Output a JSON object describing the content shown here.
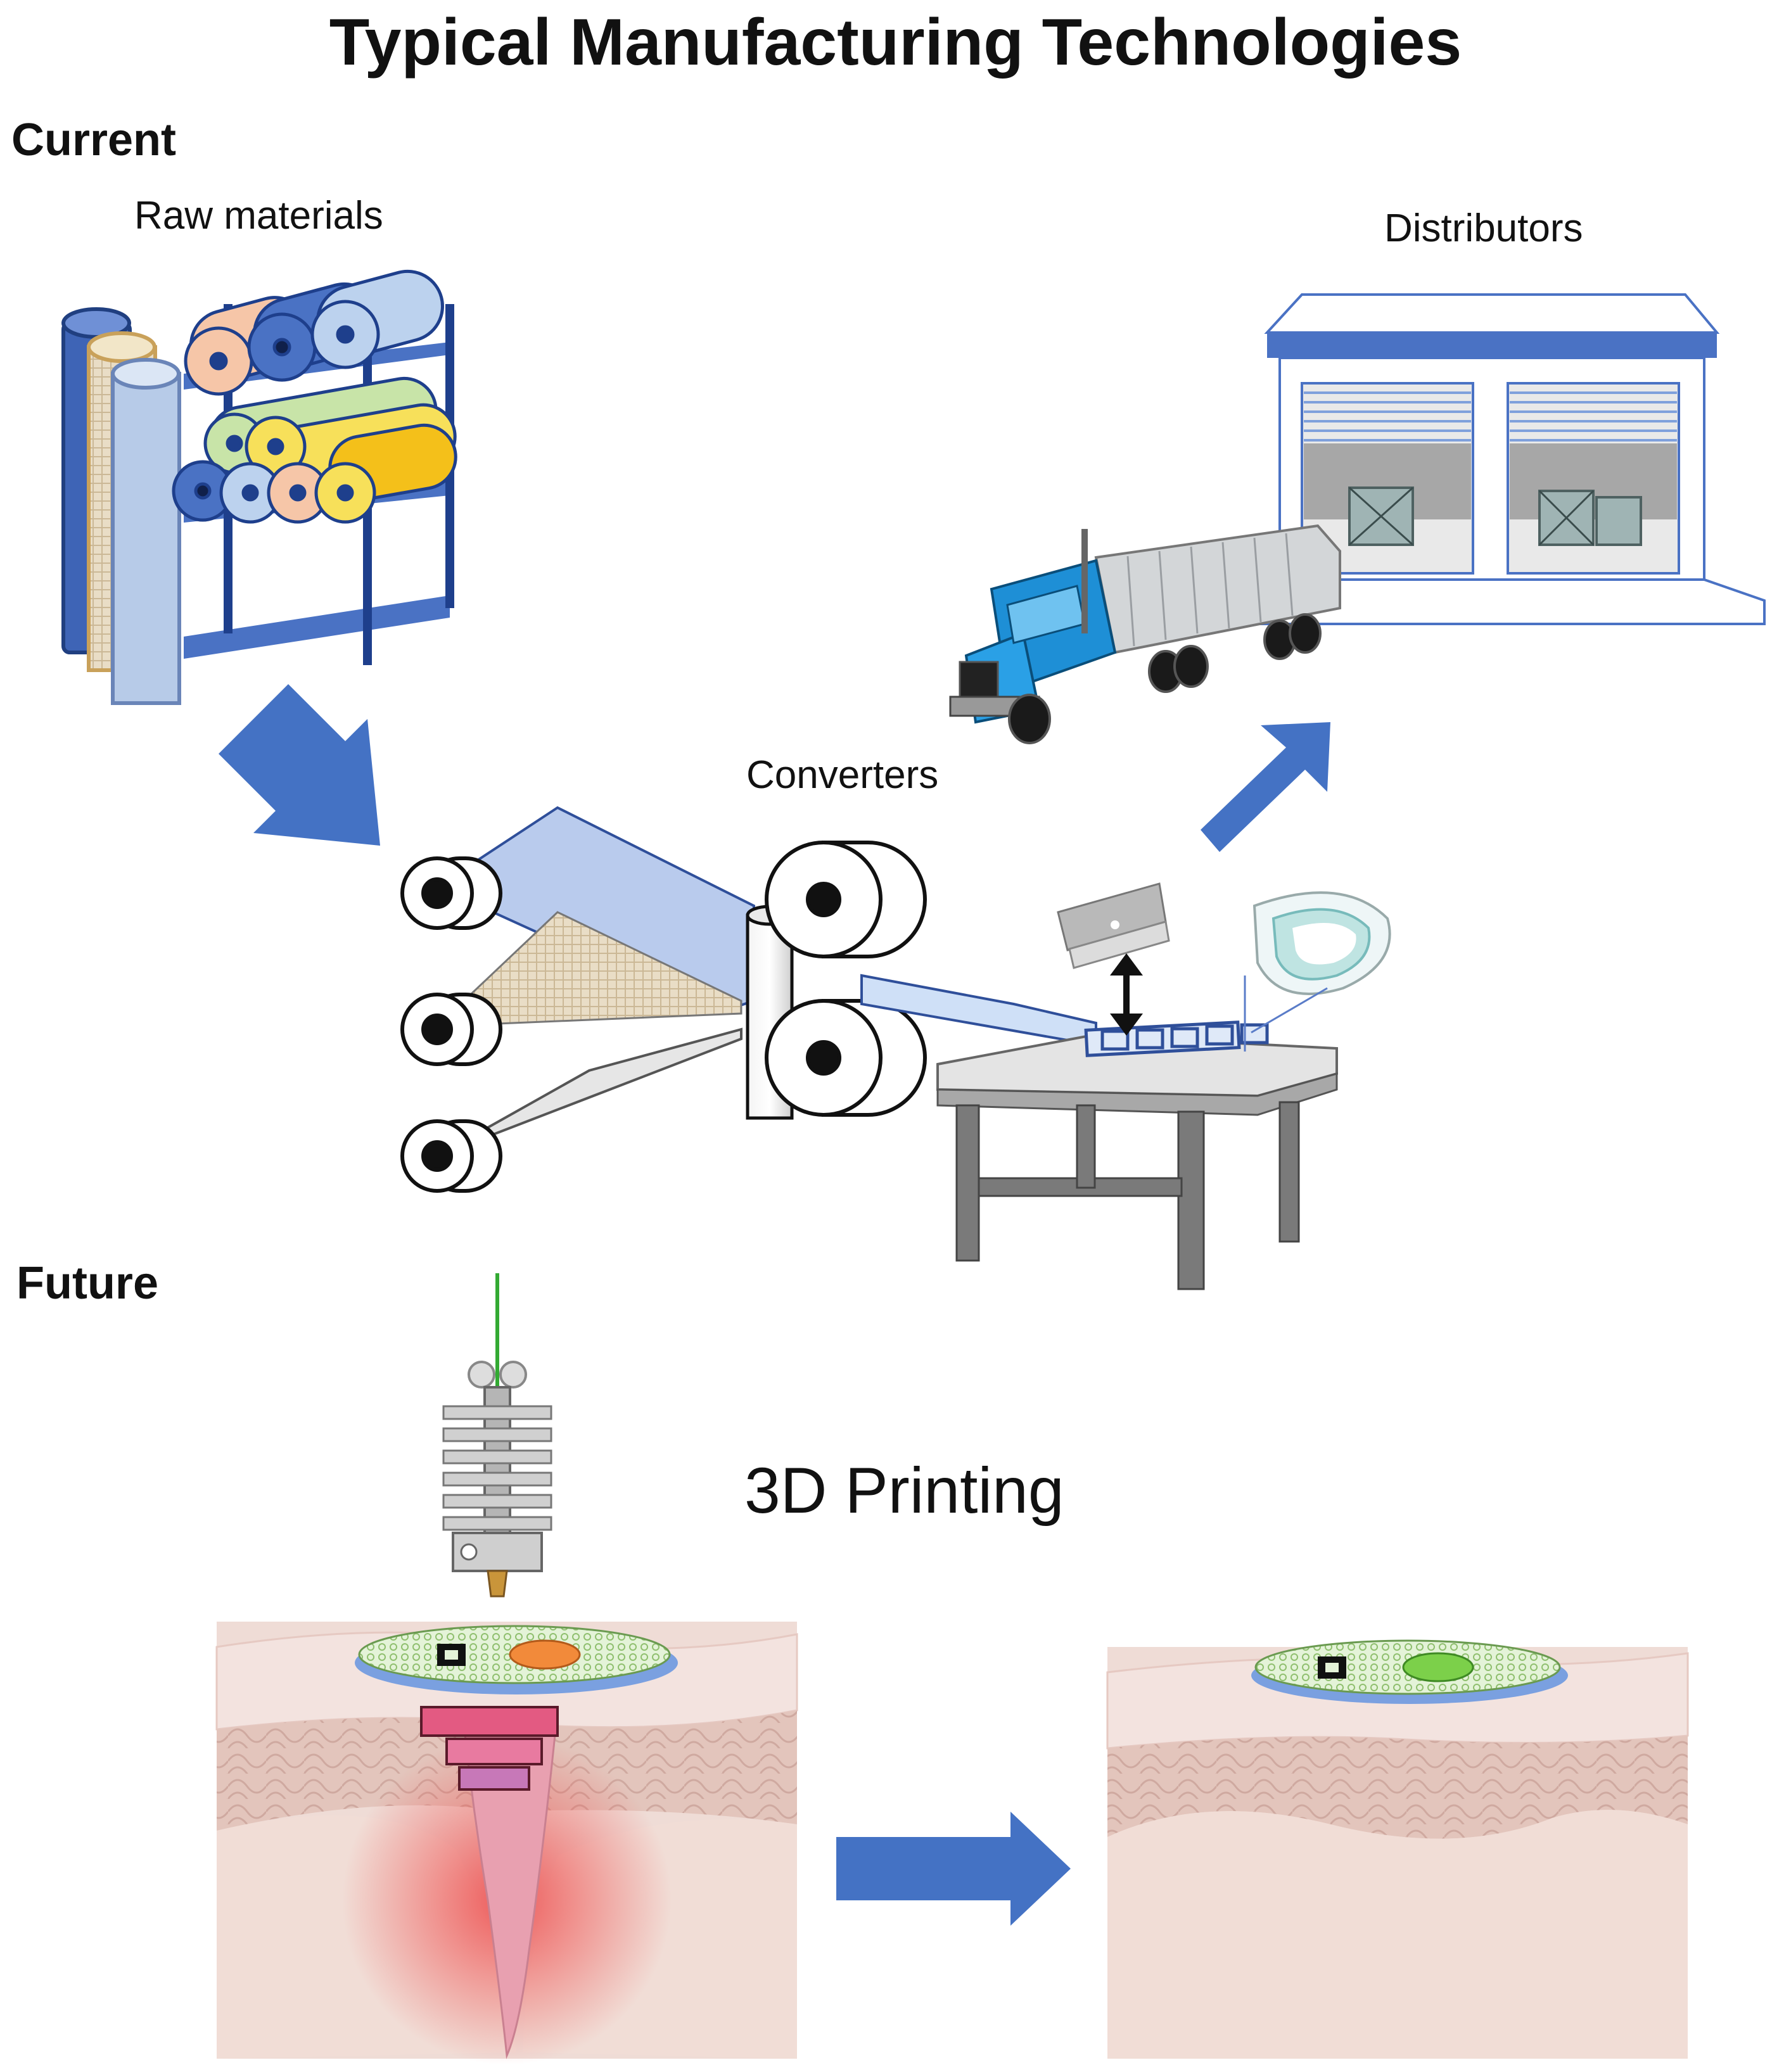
{
  "title": "Typical Manufacturing Technologies",
  "sections": {
    "current": "Current",
    "future": "Future"
  },
  "labels": {
    "raw_materials": "Raw materials",
    "distributors": "Distributors",
    "converters": "Converters",
    "printing": "3D Printing"
  },
  "colors": {
    "arrow": "#4472c4",
    "shelf": "#4a72c4",
    "skin": "#f0dcd4",
    "wound": "#e8a0b0"
  },
  "icons": [
    "material-rolls-rack-icon",
    "warehouse-icon",
    "truck-icon",
    "roll-laminator-icon",
    "cutting-table-icon",
    "razor-blade-icon",
    "dressing-patch-icon",
    "3d-printer-nozzle-icon",
    "wound-skin-icon",
    "healed-skin-icon"
  ]
}
